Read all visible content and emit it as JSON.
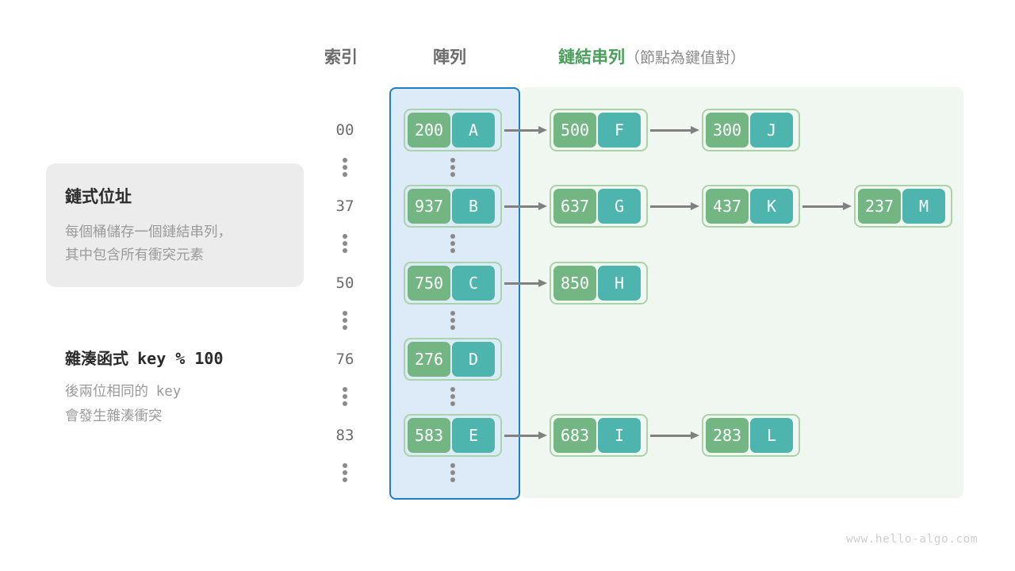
{
  "headers": {
    "index": "索引",
    "array": "陣列",
    "list_main": "鏈結串列",
    "list_sub": "（節點為鍵值對）",
    "list_color": "#4a9e5c"
  },
  "info_card": {
    "title": "鏈式位址",
    "line1": "每個桶儲存一個鏈結串列，",
    "line2": "其中包含所有衝突元素",
    "background": "#ececec"
  },
  "hash_note": {
    "title_text": "雜湊函式",
    "title_code": "key % 100",
    "line1": "後兩位相同的",
    "line1_code": "key",
    "line2": "會發生雜湊衝突"
  },
  "panels": {
    "array_fill": "#dcebf7",
    "array_border": "#1f7fc4",
    "list_fill": "#f0f6f0"
  },
  "node_colors": {
    "key_fill": "#74b584",
    "value_fill": "#4db5ad",
    "node_border": "#a9d3a9",
    "arrow": "#808080"
  },
  "ellipsis_glyph": "⋮",
  "rows": [
    {
      "index": "00",
      "bucket": {
        "key": "200",
        "value": "A"
      },
      "chain": [
        {
          "key": "500",
          "value": "F"
        },
        {
          "key": "300",
          "value": "J"
        }
      ]
    },
    {
      "index": "37",
      "bucket": {
        "key": "937",
        "value": "B"
      },
      "chain": [
        {
          "key": "637",
          "value": "G"
        },
        {
          "key": "437",
          "value": "K"
        },
        {
          "key": "237",
          "value": "M"
        }
      ]
    },
    {
      "index": "50",
      "bucket": {
        "key": "750",
        "value": "C"
      },
      "chain": [
        {
          "key": "850",
          "value": "H"
        }
      ]
    },
    {
      "index": "76",
      "bucket": {
        "key": "276",
        "value": "D"
      },
      "chain": []
    },
    {
      "index": "83",
      "bucket": {
        "key": "583",
        "value": "E"
      },
      "chain": [
        {
          "key": "683",
          "value": "I"
        },
        {
          "key": "283",
          "value": "L"
        }
      ]
    }
  ],
  "footer": "www.hello-algo.com"
}
